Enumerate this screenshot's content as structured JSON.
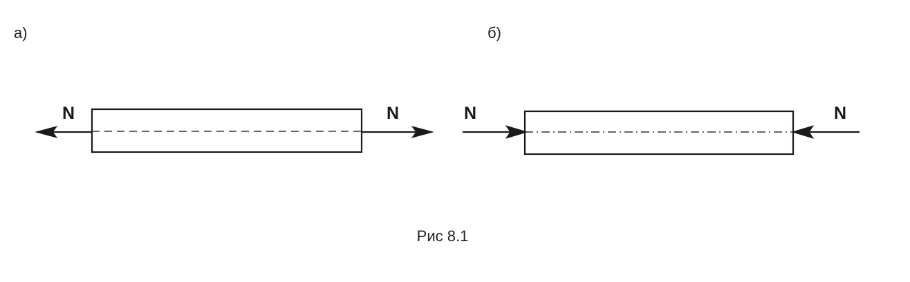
{
  "panels": [
    {
      "id": "a",
      "label": "а)",
      "force_label": "N",
      "loading": "tension"
    },
    {
      "id": "b",
      "label": "б)",
      "force_label": "N",
      "loading": "compression"
    }
  ],
  "caption": "Рис 8.1",
  "colors": {
    "stroke": "#1a1a1a",
    "background": "#ffffff"
  }
}
